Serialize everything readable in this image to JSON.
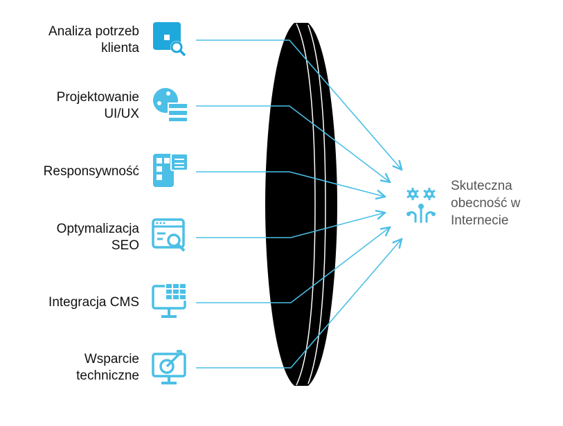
{
  "inputs": [
    {
      "label": "Analiza potrzeb klienta",
      "line1": "Analiza potrzeb",
      "line2": "klienta",
      "icon": "puzzle-search-icon"
    },
    {
      "label": "Projektowanie UI/UX",
      "line1": "Projektowanie",
      "line2": "UI/UX",
      "icon": "palette-layout-icon"
    },
    {
      "label": "Responsywność",
      "line1": "Responsywność",
      "line2": "",
      "icon": "responsive-devices-icon"
    },
    {
      "label": "Optymalizacja SEO",
      "line1": "Optymalizacja",
      "line2": "SEO",
      "icon": "browser-search-icon"
    },
    {
      "label": "Integracja CMS",
      "line1": "Integracja CMS",
      "line2": "",
      "icon": "monitor-grid-icon"
    },
    {
      "label": "Wsparcie techniczne",
      "line1": "Wsparcie",
      "line2": "techniczne",
      "icon": "monitor-target-icon"
    }
  ],
  "output": {
    "line1": "Skuteczna",
    "line2": "obecność w",
    "line3": "Internecie",
    "icon": "gears-network-icon"
  },
  "colors": {
    "accent": "#4bbfe6",
    "accent_dark": "#1fa8dc",
    "lens": "#000000"
  }
}
